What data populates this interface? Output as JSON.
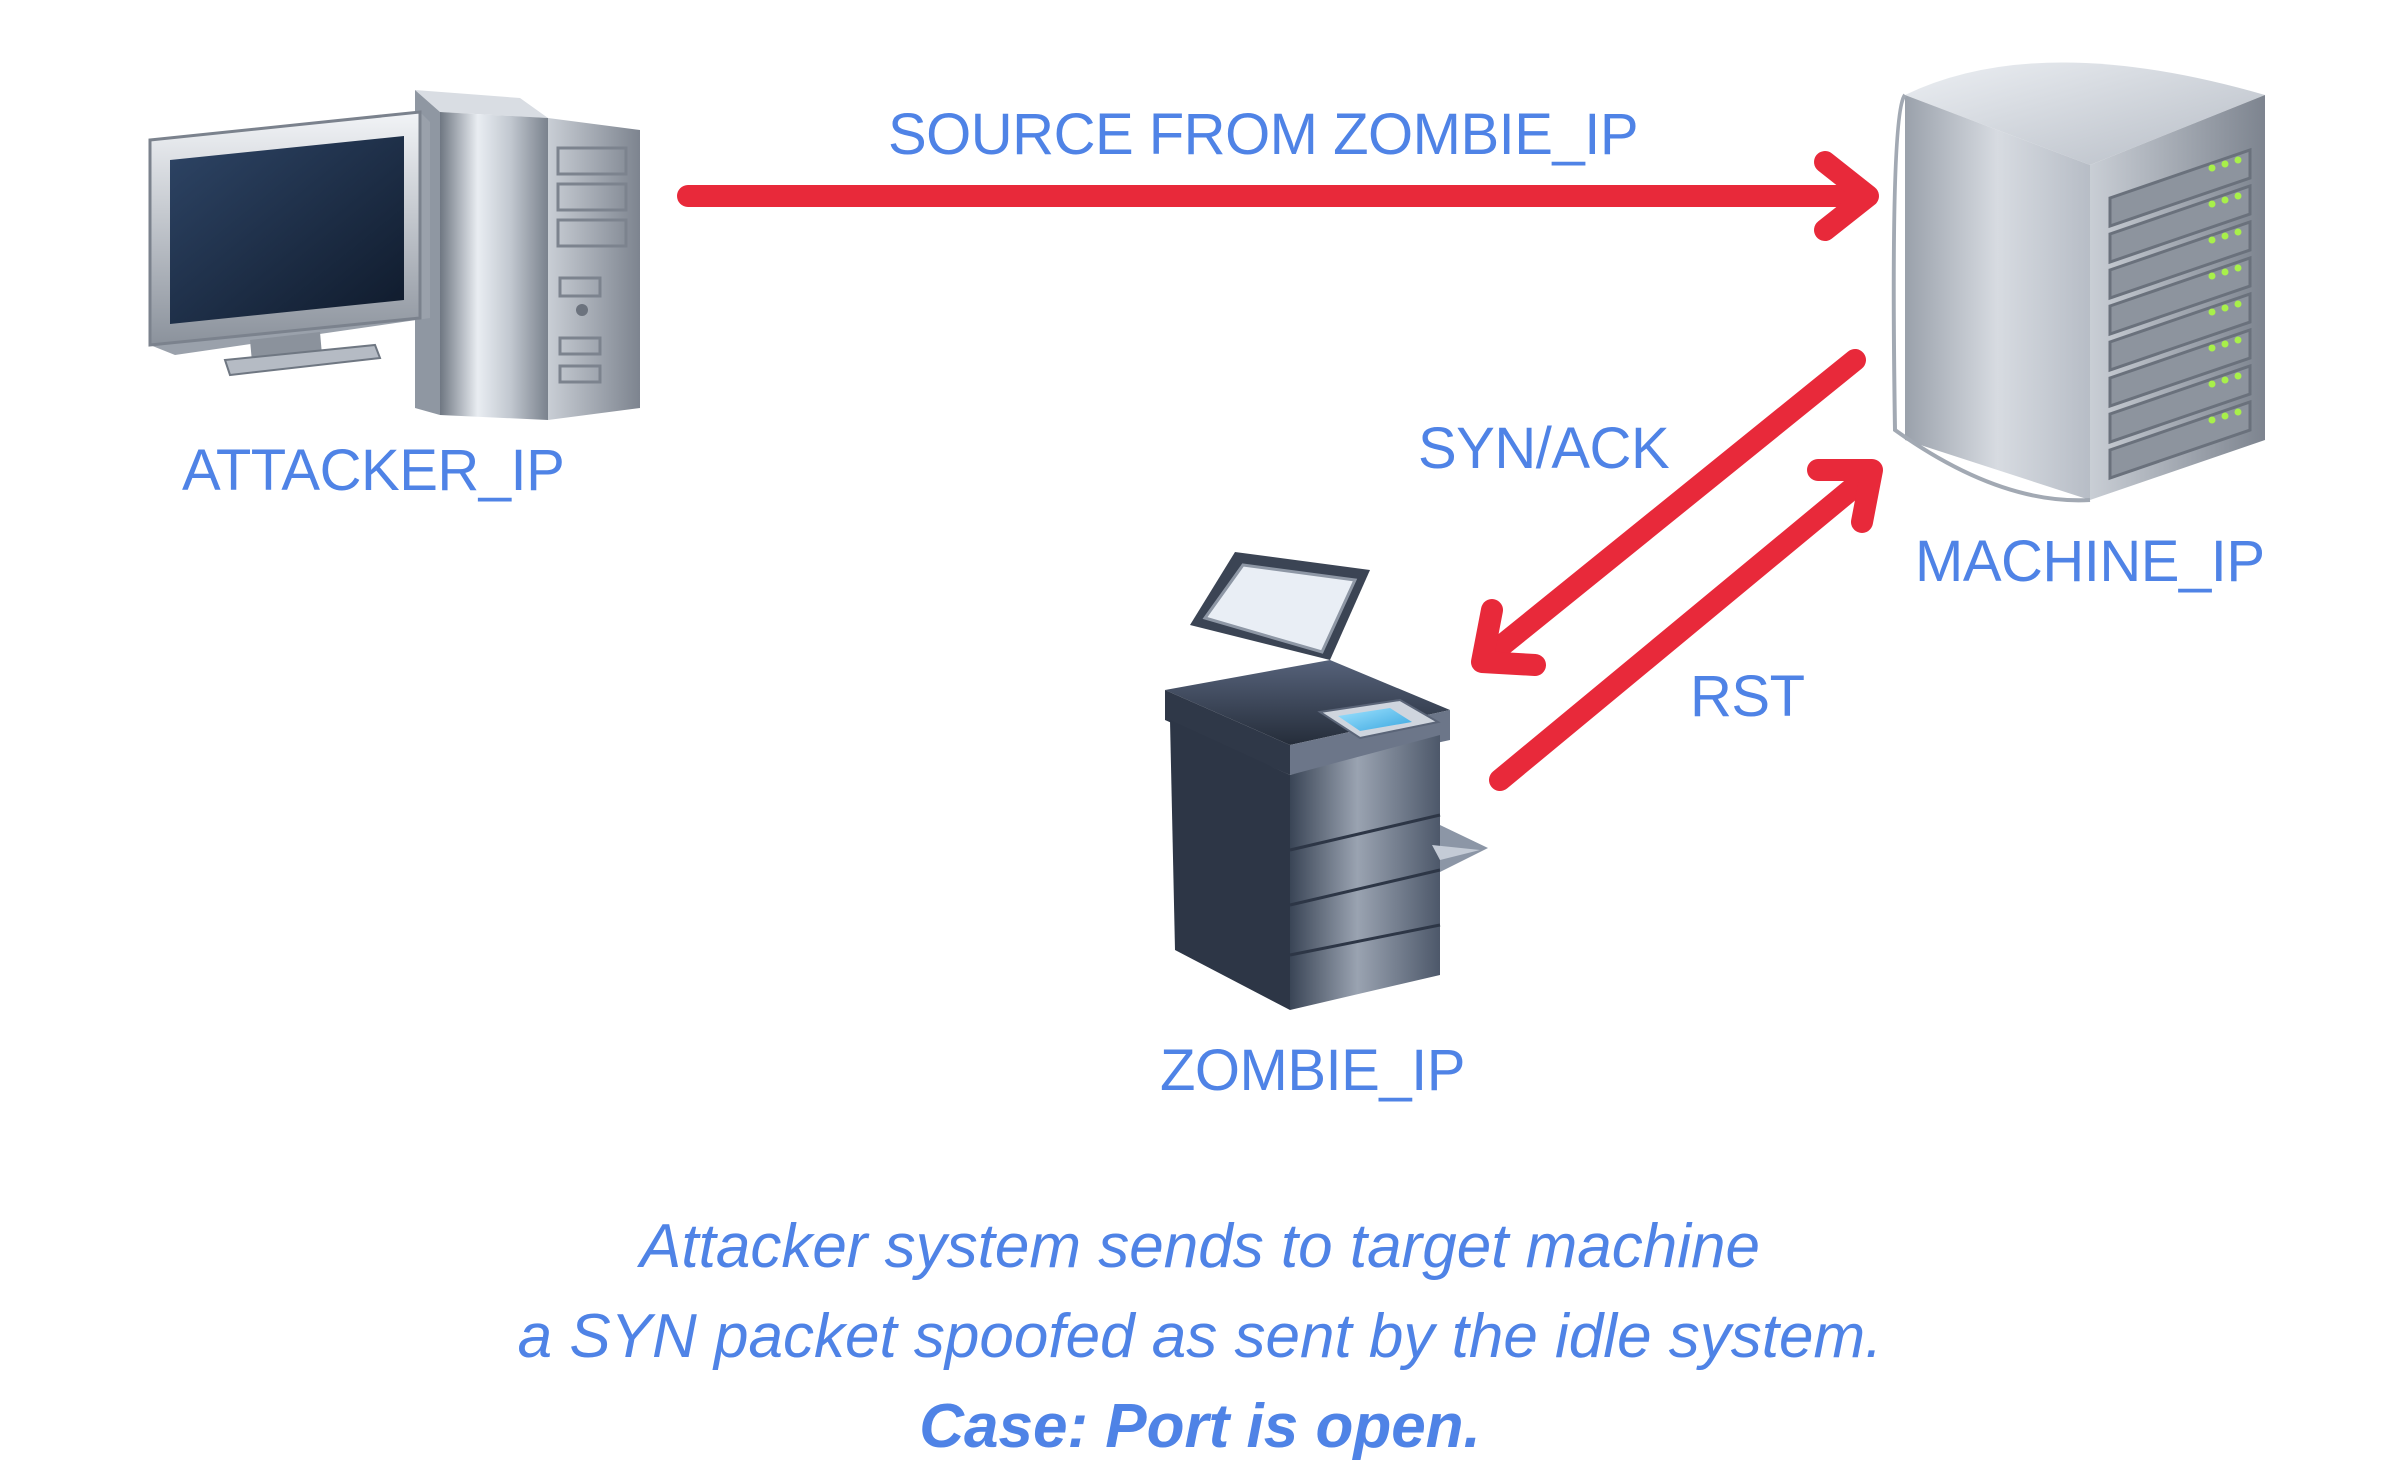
{
  "nodes": {
    "attacker": {
      "label": "ATTACKER_IP",
      "icon": "desktop-computer-icon"
    },
    "machine": {
      "label": "MACHINE_IP",
      "icon": "server-tower-icon"
    },
    "zombie": {
      "label": "ZOMBIE_IP",
      "icon": "printer-copier-icon"
    }
  },
  "edges": {
    "source_from_zombie": {
      "label": "SOURCE FROM ZOMBIE_IP",
      "from": "ATTACKER_IP",
      "to": "MACHINE_IP"
    },
    "syn_ack": {
      "label": "SYN/ACK",
      "from": "MACHINE_IP",
      "to": "ZOMBIE_IP"
    },
    "rst": {
      "label": "RST",
      "from": "ZOMBIE_IP",
      "to": "MACHINE_IP"
    }
  },
  "caption": {
    "line1": "Attacker system sends to target machine",
    "line2": "a SYN packet spoofed as sent by the idle system.",
    "line3": "Case: Port is open."
  },
  "colors": {
    "arrow": "#e8293a",
    "text": "#4f83e6",
    "background": "#ffffff"
  }
}
